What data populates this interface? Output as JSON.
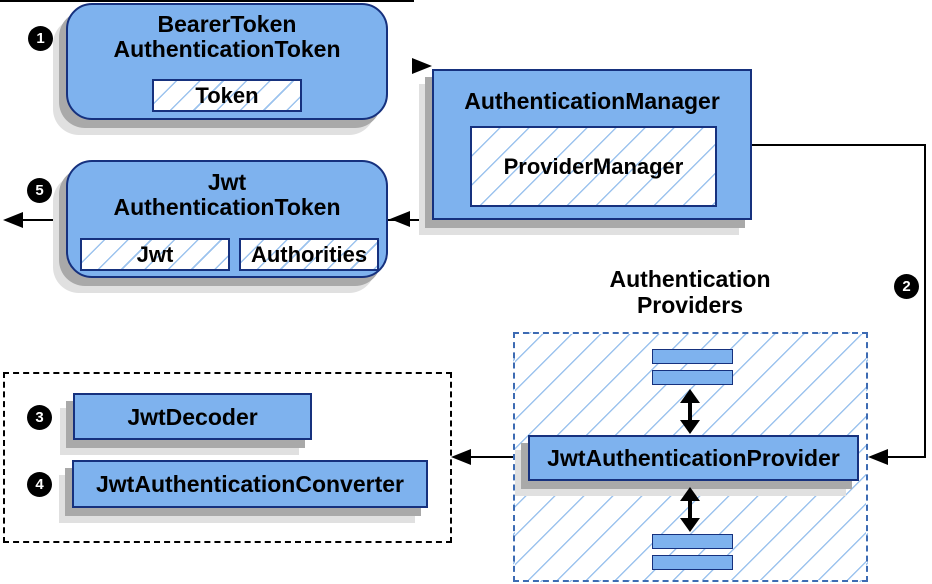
{
  "colors": {
    "box_fill": "#7EB2EE",
    "box_border": "#16317E",
    "hatch_line": "#9CC3EE",
    "providers_dash": "#3D6BB3",
    "shadow_dark": "#A9A9A9",
    "shadow_light": "#E0E0E0",
    "arrow": "#000000",
    "badge_bg": "#000000",
    "badge_text": "#FFFFFF"
  },
  "badges": {
    "step1": "1",
    "step2": "2",
    "step3": "3",
    "step4": "4",
    "step5": "5"
  },
  "nodes": {
    "bearer_token": {
      "title_line1": "BearerToken",
      "title_line2": "AuthenticationToken",
      "field": "Token"
    },
    "authentication_manager": {
      "title": "AuthenticationManager",
      "implementation": "ProviderManager"
    },
    "jwt_authentication_token": {
      "title_line1": "Jwt",
      "title_line2": "AuthenticationToken",
      "field_left": "Jwt",
      "field_right": "Authorities"
    },
    "authentication_providers": {
      "label_line1": "Authentication",
      "label_line2": "Providers",
      "provider": "JwtAuthenticationProvider"
    },
    "jwt_decoder": {
      "label": "JwtDecoder"
    },
    "jwt_authentication_converter": {
      "label": "JwtAuthenticationConverter"
    }
  }
}
